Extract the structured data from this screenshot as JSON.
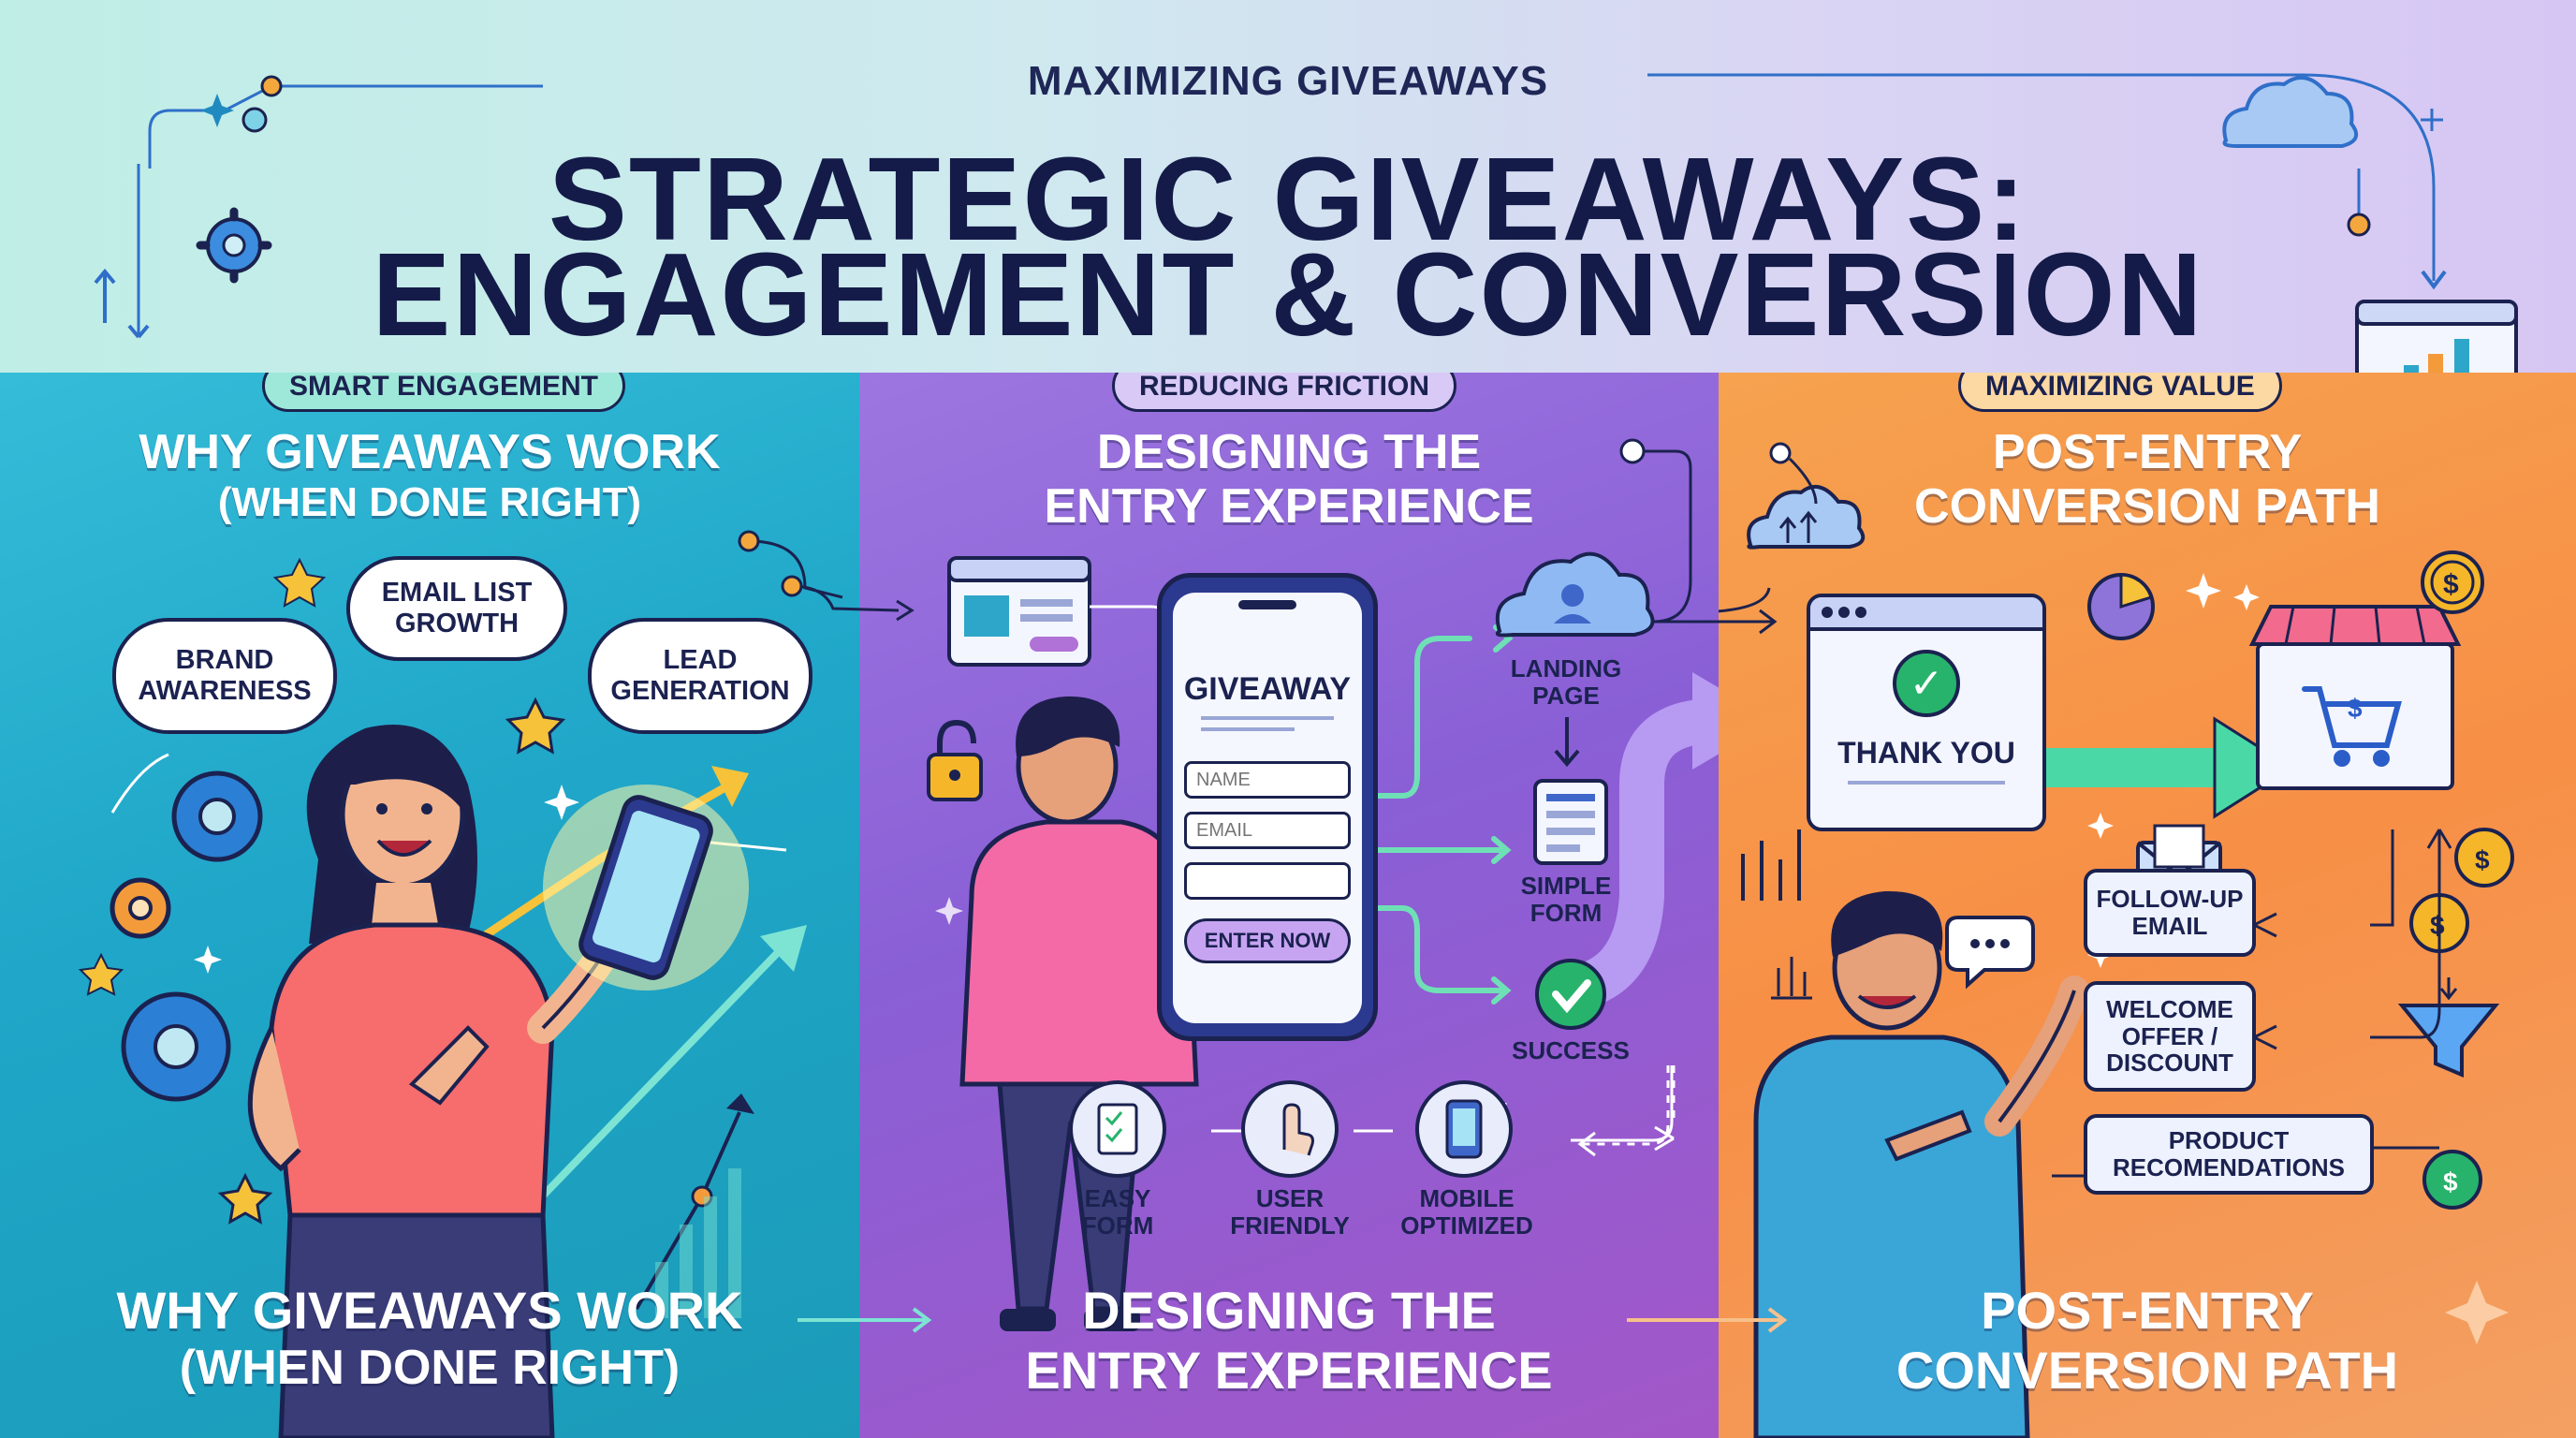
{
  "header": {
    "kicker": "MAXIMIZING GIVEAWAYS",
    "title_line1": "STRATEGIC GIVEAWAYS:",
    "title_line2": "ENGAGEMENT & CONVERSION"
  },
  "panels": [
    {
      "tag": "SMART ENGAGEMENT",
      "heading_line1": "WHY GIVEAWAYS WORK",
      "heading_line2": "(WHEN DONE RIGHT)",
      "bubbles": [
        "BRAND AWARENESS",
        "EMAIL LIST GROWTH",
        "LEAD GENERATION"
      ],
      "footer_line1": "WHY GIVEAWAYS WORK",
      "footer_line2": "(WHEN DONE RIGHT)"
    },
    {
      "tag": "REDUCING FRICTION",
      "heading_line1": "DESIGNING THE",
      "heading_line2": "ENTRY EXPERIENCE",
      "phone": {
        "title": "GIVEAWAY",
        "name_placeholder": "NAME",
        "email_placeholder": "EMAIL",
        "button": "ENTER NOW"
      },
      "flow": [
        "LANDING PAGE",
        "SIMPLE FORM",
        "SUCCESS"
      ],
      "features": [
        "EASY FORM",
        "USER FRIENDLY",
        "MOBILE OPTIMIZED"
      ],
      "footer_line1": "DESIGNING THE",
      "footer_line2": "ENTRY EXPERIENCE"
    },
    {
      "tag": "MAXIMIZING VALUE",
      "heading_line1": "POST-ENTRY",
      "heading_line2": "CONVERSION PATH",
      "thank_you": "THANK YOU",
      "steps": [
        "FOLLOW-UP EMAIL",
        "WELCOME OFFER / DISCOUNT",
        "PRODUCT RECOMENDATIONS"
      ],
      "footer_line1": "POST-ENTRY",
      "footer_line2": "CONVERSION PATH"
    }
  ],
  "colors": {
    "navy": "#1b2250",
    "teal_panel": "#1fa6c8",
    "purple_panel": "#8a5fd6",
    "orange_panel": "#f78f46",
    "success_green": "#27b36b",
    "coin_gold": "#f5b62a"
  },
  "icons": [
    "gear-icon",
    "star-icon",
    "sparkle-icon",
    "cloud-icon",
    "browser-window-icon",
    "lock-icon",
    "checkmark-icon",
    "cart-icon",
    "storefront-icon",
    "envelope-icon",
    "chat-icon",
    "funnel-icon",
    "coin-icon",
    "pie-chart-icon",
    "bar-chart-icon"
  ]
}
